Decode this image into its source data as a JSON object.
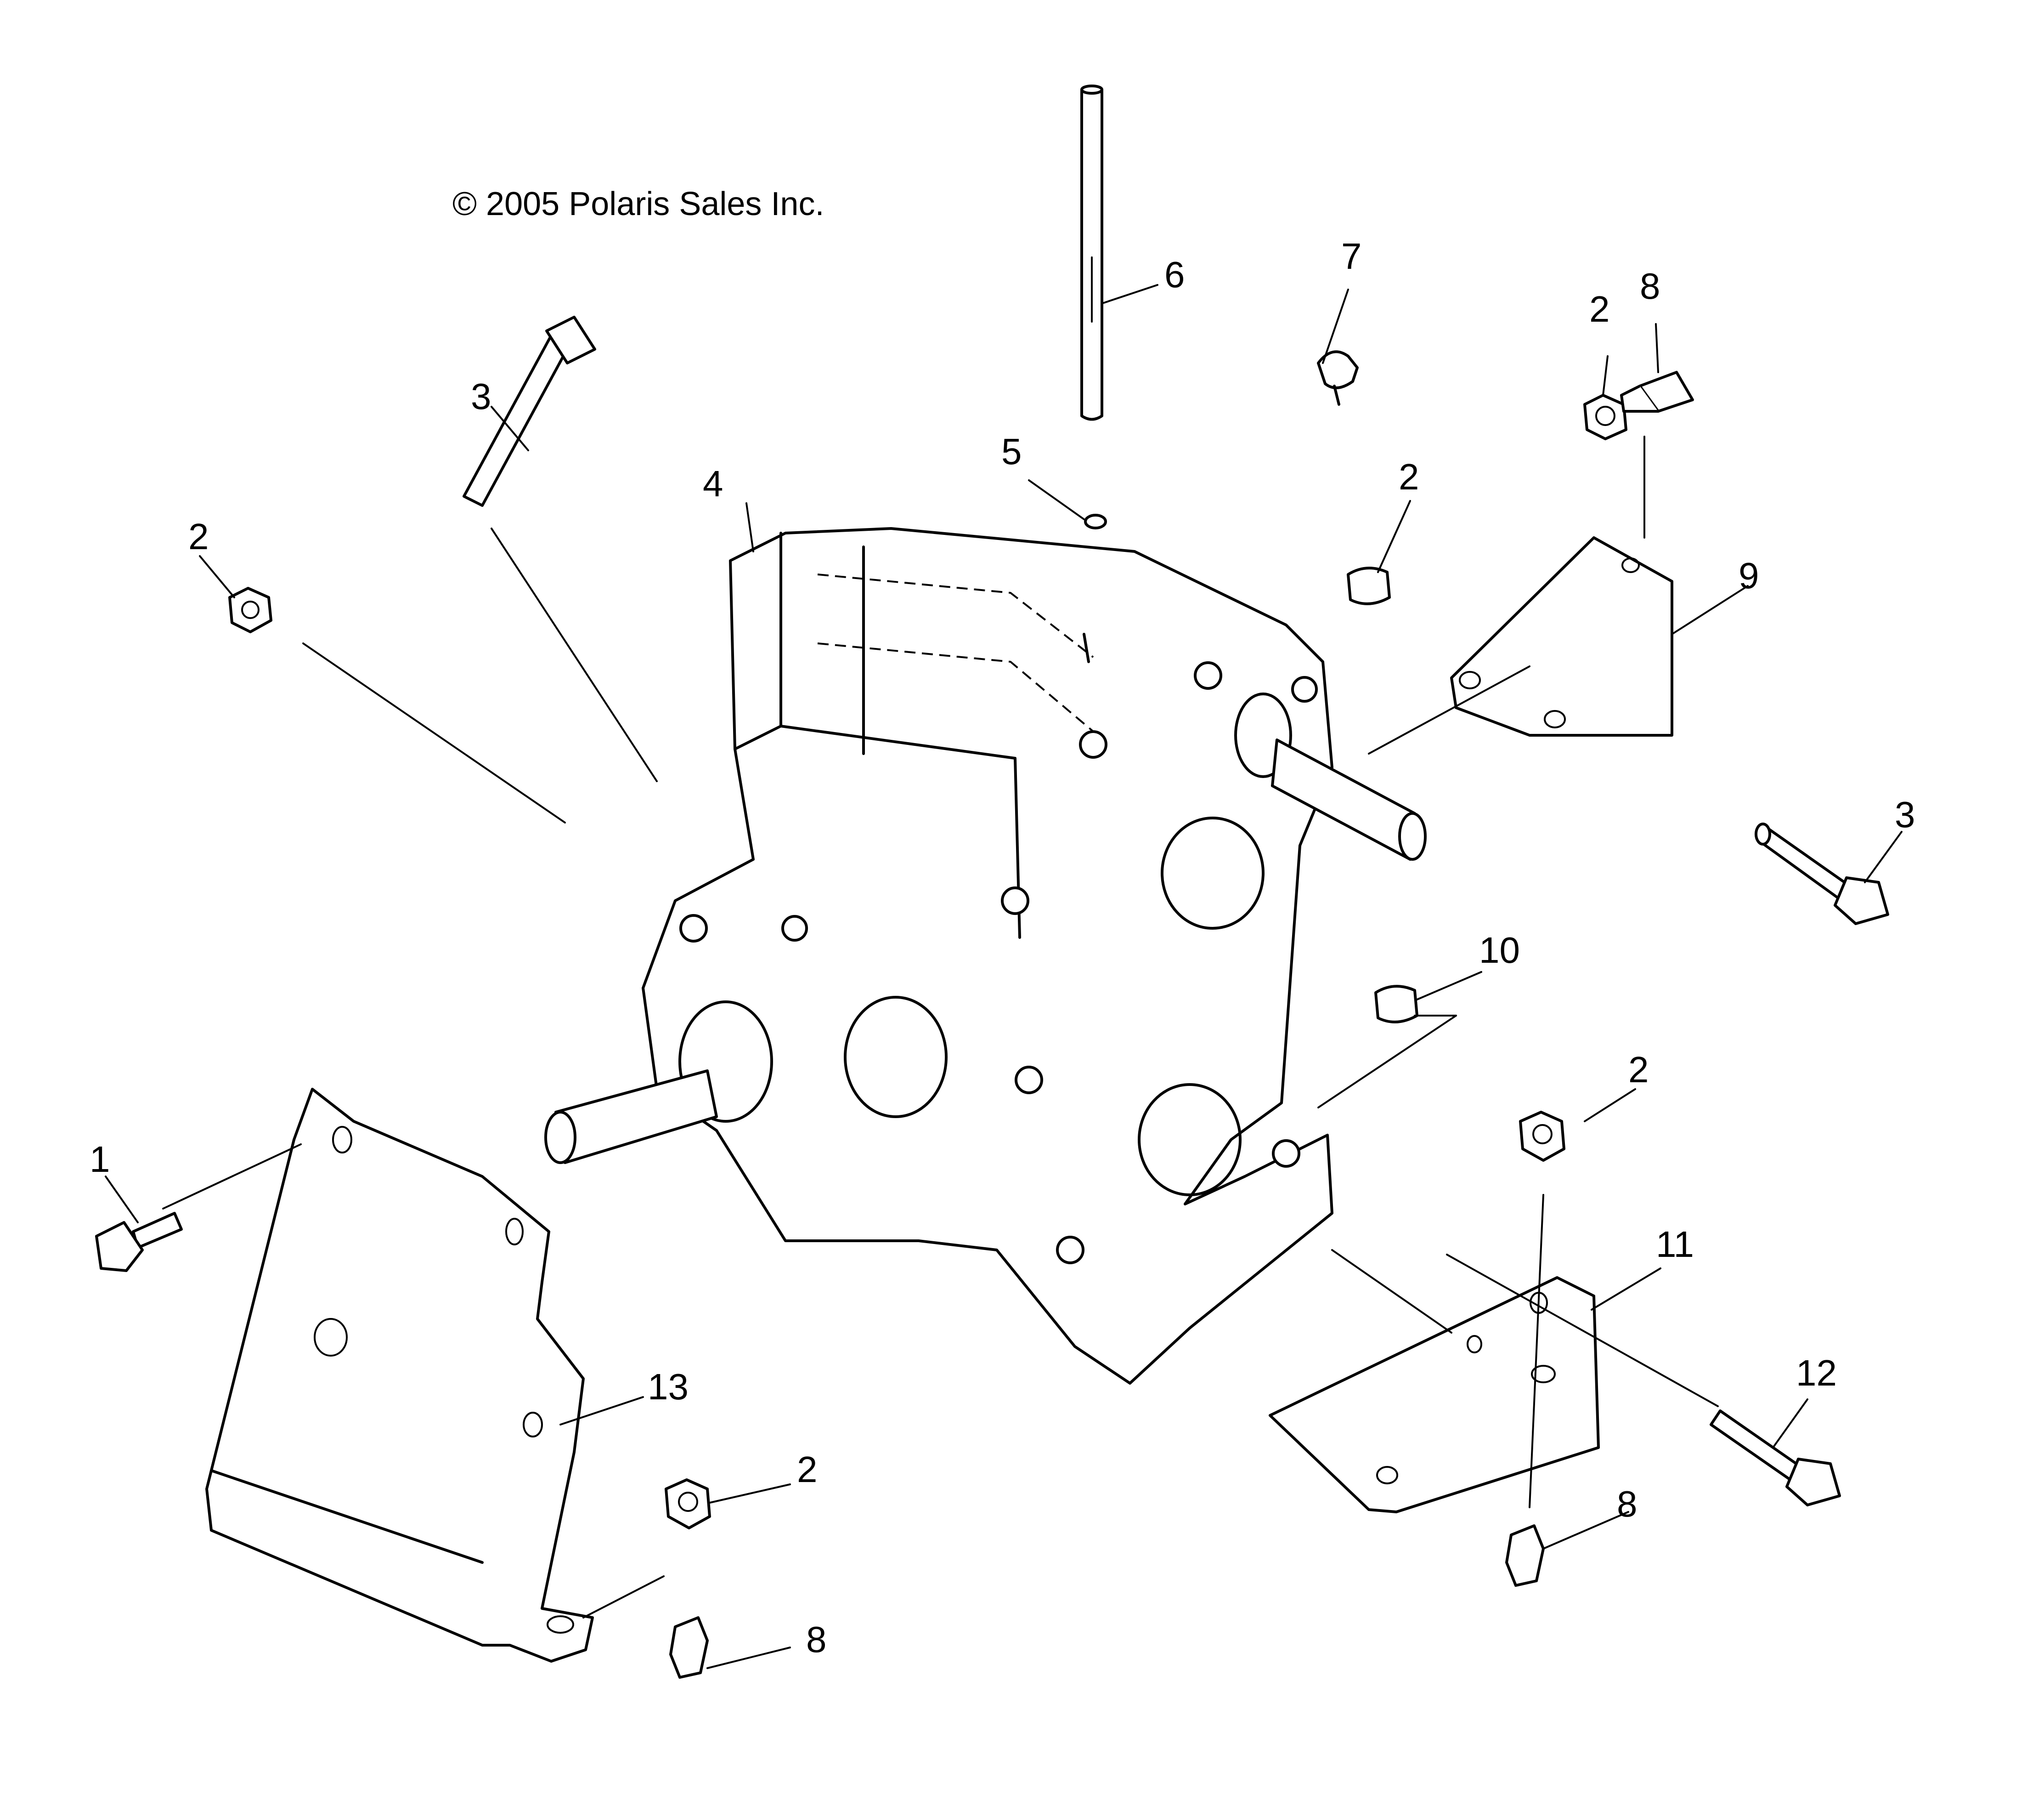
{
  "copyright": "© 2005 Polaris Sales Inc.",
  "callouts": [
    {
      "id": "c1",
      "text": "1"
    },
    {
      "id": "c2a",
      "text": "2"
    },
    {
      "id": "c2b",
      "text": "2"
    },
    {
      "id": "c2c",
      "text": "2"
    },
    {
      "id": "c2d",
      "text": "2"
    },
    {
      "id": "c2e",
      "text": "2"
    },
    {
      "id": "c3a",
      "text": "3"
    },
    {
      "id": "c3b",
      "text": "3"
    },
    {
      "id": "c4",
      "text": "4"
    },
    {
      "id": "c5",
      "text": "5"
    },
    {
      "id": "c6",
      "text": "6"
    },
    {
      "id": "c7",
      "text": "7"
    },
    {
      "id": "c8a",
      "text": "8"
    },
    {
      "id": "c8b",
      "text": "8"
    },
    {
      "id": "c8c",
      "text": "8"
    },
    {
      "id": "c9",
      "text": "9"
    },
    {
      "id": "c10",
      "text": "10"
    },
    {
      "id": "c11",
      "text": "11"
    },
    {
      "id": "c12",
      "text": "12"
    },
    {
      "id": "c13",
      "text": "13"
    }
  ]
}
